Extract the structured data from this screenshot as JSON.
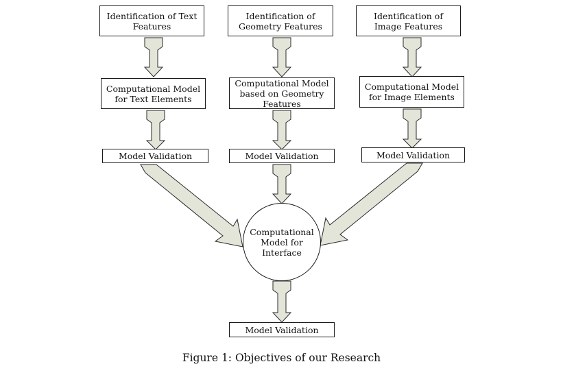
{
  "boxes": {
    "text_features": "Identification of Text Features",
    "geometry_features": "Identification of Geometry Features",
    "image_features": "Identification of Image Features",
    "text_model": "Computational Model for Text Elements",
    "geometry_model": "Computational Model based on Geometry Features",
    "image_model": "Computational Model for Image Elements",
    "validation_text": "Model Validation",
    "validation_geometry": "Model Validation",
    "validation_image": "Model Validation",
    "interface_model": "Computational Model for Interface",
    "final_validation": "Model Validation"
  },
  "caption": "Figure 1: Objectives of our Research"
}
